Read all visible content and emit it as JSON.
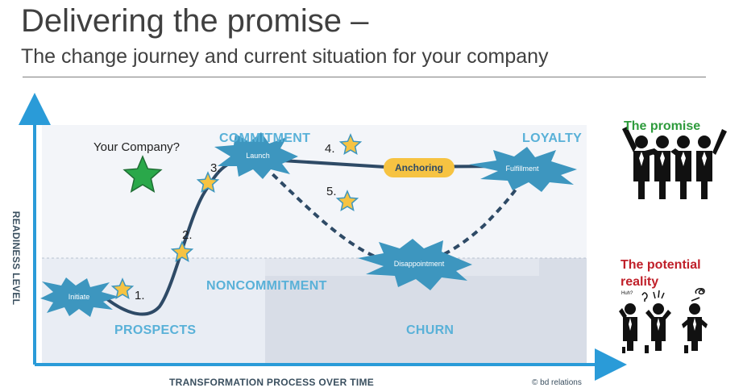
{
  "header": {
    "title": "Delivering the promise –",
    "subtitle": "The change journey and current situation for your company"
  },
  "zones": {
    "commitment": "COMMITMENT",
    "loyalty": "LOYALTY",
    "noncommitment": "NONCOMMITMENT",
    "prospects": "PROSPECTS",
    "churn": "CHURN"
  },
  "stages": {
    "initiate": "Initiate",
    "launch": "Launch",
    "anchoring": "Anchoring",
    "fulfillment": "Fulfillment",
    "disappointment": "Disappointment"
  },
  "steps": [
    "1.",
    "2.",
    "3.",
    "4.",
    "5."
  ],
  "your_company": "Your Company?",
  "axes": {
    "y_label": "READINESS LEVEL",
    "x_label": "TRANSFORMATION PROCESS OVER TIME"
  },
  "credit": "© bd relations",
  "side": {
    "promise": "The promise",
    "reality": "The potential reality",
    "bubble_huh": "Huh?"
  },
  "colors": {
    "curve": "#2e4a66",
    "burst": "#3d96bf",
    "axis": "#2a9bd8",
    "star_fill": "#f6c342",
    "star_company": "#2aa84a",
    "anchoring": "#f6c342",
    "zone_text": "#59b1d8"
  }
}
